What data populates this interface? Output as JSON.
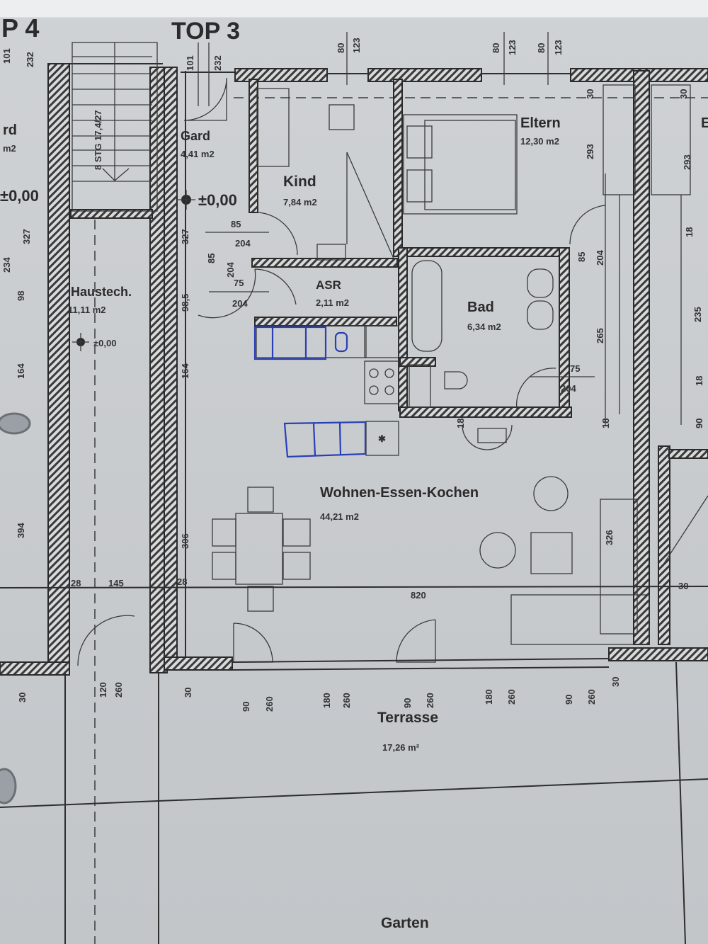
{
  "plan": {
    "units": {
      "left": "P 4",
      "main": "TOP 3"
    },
    "rooms": [
      {
        "id": "gard",
        "name": "Gard",
        "area": "4,41 m2"
      },
      {
        "id": "kind",
        "name": "Kind",
        "area": "7,84 m2"
      },
      {
        "id": "eltern",
        "name": "Eltern",
        "area": "12,30 m2"
      },
      {
        "id": "asr",
        "name": "ASR",
        "area": "2,11 m2"
      },
      {
        "id": "bad",
        "name": "Bad",
        "area": "6,34 m2"
      },
      {
        "id": "haustech",
        "name": "Haustech.",
        "area": "11,11 m2"
      },
      {
        "id": "wohnen",
        "name": "Wohnen-Essen-Kochen",
        "area": "44,21 m2"
      },
      {
        "id": "terrasse",
        "name": "Terrasse",
        "area": "17,26 m²"
      },
      {
        "id": "garten",
        "name": "Garten"
      },
      {
        "id": "neighbor_left",
        "name": "rd",
        "area": "m2"
      },
      {
        "id": "neighbor_right",
        "name": "E"
      }
    ],
    "levels": {
      "left": "±0,00",
      "gard": "±0,00",
      "haustech": "±0,00"
    },
    "stair_label": "8 STG 17,4/27",
    "dimensions": {
      "top": [
        "101",
        "232",
        "101",
        "232",
        "80",
        "123",
        "80",
        "123",
        "80",
        "123"
      ],
      "kind_door": [
        "85",
        "204"
      ],
      "gard_door": [
        "85",
        "204"
      ],
      "asr_door": [
        "75",
        "204"
      ],
      "bad_door": [
        "75",
        "204"
      ],
      "eltern_door": [
        "85",
        "204"
      ],
      "left_side": [
        "327",
        "234",
        "98",
        "164",
        "394",
        "327",
        "98,5",
        "164",
        "306"
      ],
      "eltern_side": [
        "30",
        "293",
        "18",
        "265",
        "18"
      ],
      "right_side": [
        "30",
        "293",
        "18",
        "235",
        "18",
        "90"
      ],
      "bottom": [
        "28",
        "145",
        "28",
        "820",
        "30"
      ],
      "terrace_openings": [
        "30",
        "120",
        "260",
        "30",
        "90",
        "260",
        "180",
        "260",
        "90",
        "260",
        "180",
        "260",
        "90",
        "260",
        "30"
      ],
      "bath_misc": [
        "18"
      ],
      "sofa": "326"
    }
  }
}
